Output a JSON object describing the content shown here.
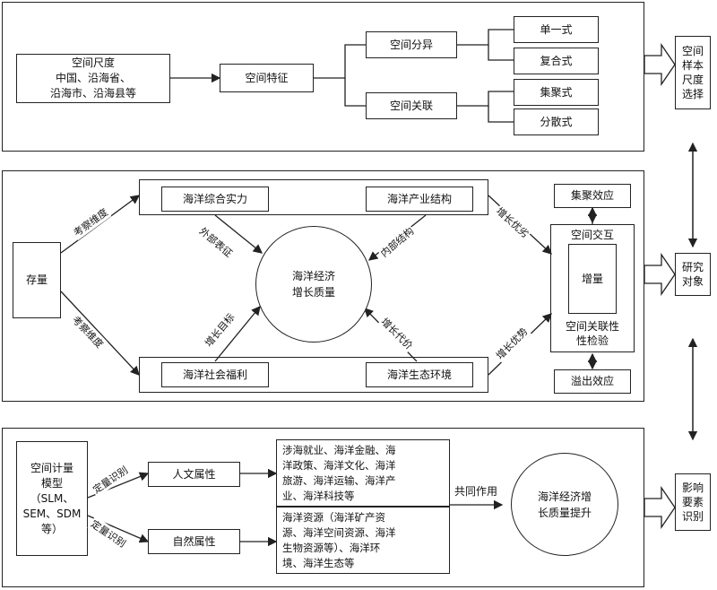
{
  "panel1": {
    "scale_box": "空间尺度\n中国、沿海省、\n沿海市、沿海县等",
    "spatial_features": "空间特征",
    "spatial_differentiation": "空间分异",
    "spatial_correlation": "空间关联",
    "single": "单一式",
    "composite": "复合式",
    "agglomeration": "集聚式",
    "dispersed": "分散式",
    "side_label": "空间\n样本\n尺度\n选择"
  },
  "panel2": {
    "stock": "存量",
    "overall_strength": "海洋综合实力",
    "industrial_structure": "海洋产业结构",
    "social_welfare": "海洋社会福利",
    "eco_environment": "海洋生态环境",
    "center_circle": "海洋经济\n增长质量",
    "dimension_top": "考察维度",
    "dimension_bottom": "考察维度",
    "external": "外部表征",
    "internal": "内部结构",
    "growth_target": "增长目标",
    "growth_cost": "增长代价",
    "growth_advantage_top": "增长优劣",
    "growth_advantage_bottom": "增长优势",
    "agglomeration_effect": "集聚效应",
    "spatial_interaction": "空间交互",
    "increment": "增量",
    "correlation_test": "空间关联性\n性检验",
    "spillover_effect": "溢出效应",
    "side_label": "研究\n对象"
  },
  "panel3": {
    "model_box": "空间计量\n模型\n（SLM、\nSEM、SDM\n等）",
    "identify_top": "定量识别",
    "identify_bottom": "定量识别",
    "humanities": "人文属性",
    "natural": "自然属性",
    "humanities_items": "涉海就业、海洋金融、海\n洋政策、海洋文化、海洋\n旅游、海洋运输、海洋产\n业、海洋科技等",
    "natural_items": "海洋资源（海洋矿产资\n源、海洋空间资源、海洋\n生物资源等）、海洋环\n境、海洋生态等",
    "joint_action": "共同作用",
    "result_circle": "海洋经济增\n长质量提升",
    "side_label": "影响\n要素\n识别"
  }
}
